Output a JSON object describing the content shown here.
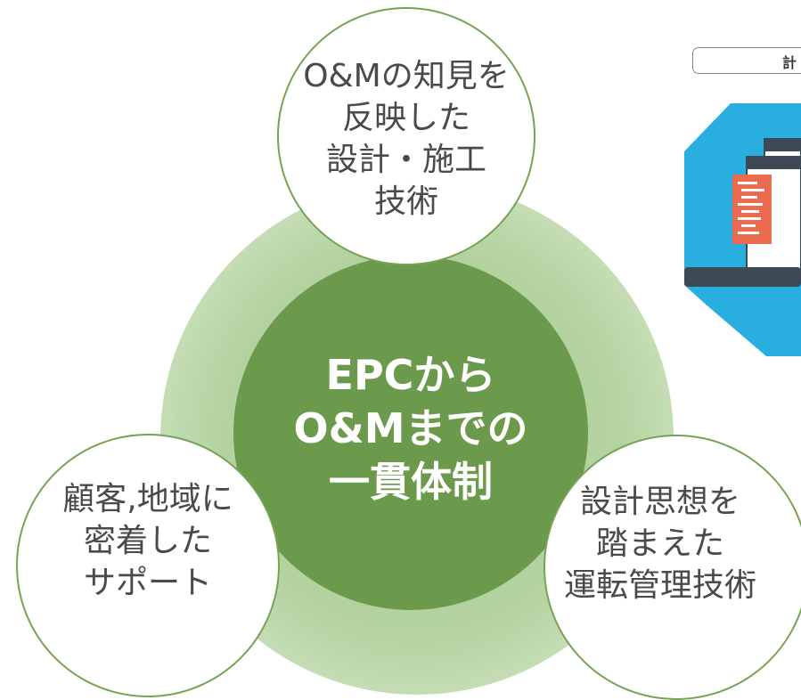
{
  "center": {
    "lines": [
      "EPCから",
      "O&Mまでの",
      "一貫体制"
    ]
  },
  "top_bubble": {
    "lines": [
      "O&Mの知見を",
      "反映した",
      "設計・施工",
      "技術"
    ]
  },
  "left_bubble": {
    "lines": [
      "顧客,地域に",
      "密着した",
      "サポート"
    ]
  },
  "right_bubble": {
    "lines": [
      "設計思想を",
      "踏まえた",
      "運転管理技術"
    ]
  },
  "illustration": {
    "tab_label": "計"
  },
  "colors": {
    "core": "#6b9a4c",
    "halo": "#b4d3a1",
    "bubble_border": "#76a356",
    "illus_blue": "#29aee0",
    "illus_dark": "#3d4a55",
    "illus_orange": "#ea6b4d"
  }
}
